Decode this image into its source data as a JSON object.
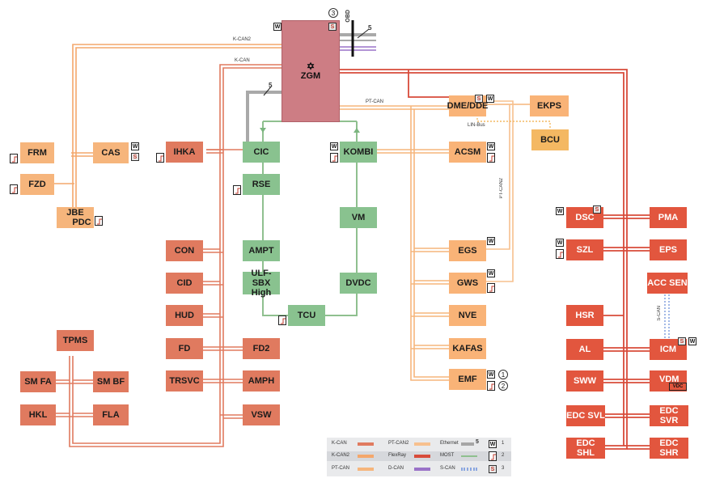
{
  "colors": {
    "k_can": "#e07a5f",
    "k_can2": "#f4a76b",
    "pt_can": "#f6b57c",
    "pt_can2": "#f7c08e",
    "flexray": "#d84b3a",
    "most": "#8fc08f",
    "d_can": "#9a72c8",
    "s_can": "#8aa6e0",
    "ethernet": "#a6a6a6"
  },
  "zgm": {
    "label": "ZGM",
    "circle": "3",
    "badge_w": "W",
    "badge_s": "S"
  },
  "obd": {
    "label": "OBD",
    "count": "5"
  },
  "eth_count": "5",
  "bus_labels": {
    "k_can2": "K-CAN2",
    "k_can": "K-CAN",
    "pt_can": "PT-CAN",
    "lin_bus": "LIN-Bus",
    "pt_can2": "PT-CAN2",
    "s_can": "S-CAN"
  },
  "nodes": {
    "frm": "FRM",
    "cas": "CAS",
    "fzd": "FZD",
    "jbe": "JBE",
    "pdc": "PDC",
    "ihka": "IHKA",
    "con": "CON",
    "cid": "CID",
    "hud": "HUD",
    "fd": "FD",
    "trsvc": "TRSVC",
    "tpms": "TPMS",
    "smfa": "SM FA",
    "smbf": "SM BF",
    "hkl": "HKL",
    "fla": "FLA",
    "cic": "CIC",
    "rse": "RSE",
    "ampt": "AMPT",
    "ulf1": "ULF-SBX",
    "ulf2": "High",
    "tcu": "TCU",
    "fd2": "FD2",
    "amph": "AMPH",
    "vsw": "VSW",
    "kombi": "KOMBI",
    "vm": "VM",
    "dvdc": "DVDC",
    "dme": "DME/DDE",
    "ekps": "EKPS",
    "bcu": "BCU",
    "acsm": "ACSM",
    "egs": "EGS",
    "gws": "GWS",
    "nve": "NVE",
    "kafas": "KAFAS",
    "emf": "EMF",
    "dsc": "DSC",
    "pma": "PMA",
    "szl": "SZL",
    "eps": "EPS",
    "accsen": "ACC SEN",
    "hsr": "HSR",
    "al": "AL",
    "icm": "ICM",
    "sww": "SWW",
    "vdm": "VDM",
    "vdc": "VDC",
    "edcsvl": "EDC SVL",
    "edcsvr": "EDC SVR",
    "edcshl": "EDC SHL",
    "edcshr": "EDC SHR"
  },
  "emf_circles": [
    "1",
    "2"
  ],
  "legend": {
    "kcan": "K-CAN",
    "kcan2": "K-CAN2",
    "ptcan": "PT-CAN",
    "ptcan2": "PT-CAN2",
    "flexray": "FlexRay",
    "dcan": "D-CAN",
    "ethernet": "Ethernet",
    "most": "MOST",
    "scan": "S-CAN",
    "eth_num": "5",
    "k1": "1",
    "k2": "2",
    "k3": "3",
    "w": "W",
    "s": "S"
  }
}
